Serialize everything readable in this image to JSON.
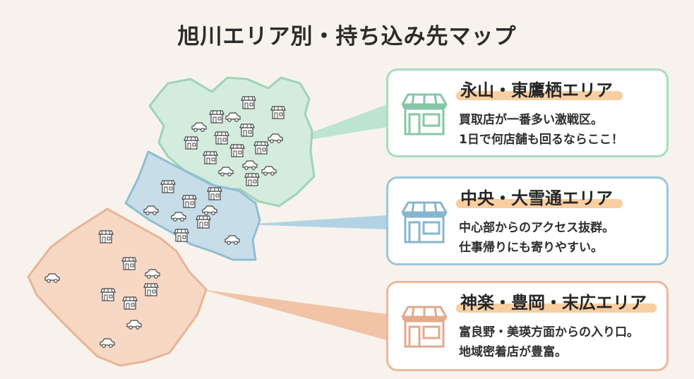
{
  "title": "旭川エリア別・持ち込み先マップ",
  "areas": [
    {
      "name": "永山・東鷹栖エリア",
      "lines": [
        "買取店が一番多い激戦区。",
        "1日で何店舗も回るならここ！"
      ],
      "colors": {
        "fill": "#d3ecdd",
        "stroke": "#9fd3b6",
        "border": "#a7dcc2",
        "highlight": "#f8cfa2",
        "icon": "#86c6a8"
      }
    },
    {
      "name": "中央・大雪通エリア",
      "lines": [
        "中心部からのアクセス抜群。",
        "仕事帰りにも寄りやすい。"
      ],
      "colors": {
        "fill": "#c7dde8",
        "stroke": "#91bdd2",
        "border": "#9cc6dc",
        "highlight": "#f8cfa2",
        "icon": "#86b6cf"
      }
    },
    {
      "name": "神楽・豊岡・末広エリア",
      "lines": [
        "富良野・美瑛方面からの入り口。",
        "地域密着店が豊富。"
      ],
      "colors": {
        "fill": "#f7d8c4",
        "stroke": "#e9b497",
        "border": "#eab89a",
        "highlight": "#f8cfa2",
        "icon": "#e3aa8c"
      }
    }
  ]
}
